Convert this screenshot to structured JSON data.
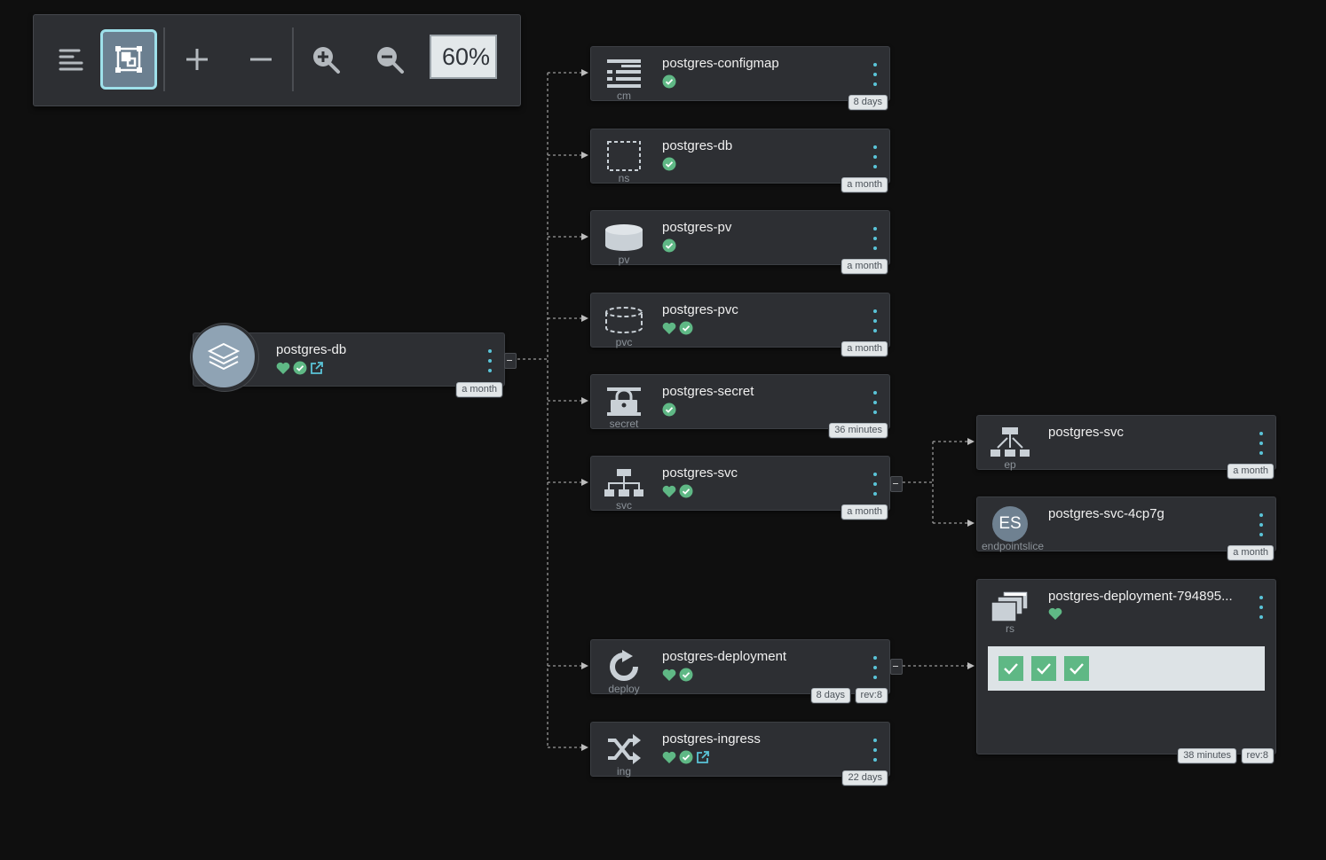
{
  "toolbar": {
    "buttons": [
      {
        "name": "list-view-icon"
      },
      {
        "name": "fit-to-screen-icon",
        "active": true
      },
      {
        "name": "expand-plus-icon"
      },
      {
        "name": "collapse-minus-icon"
      },
      {
        "name": "zoom-in-icon"
      },
      {
        "name": "zoom-out-icon"
      }
    ],
    "zoom_level": "60%"
  },
  "app": {
    "name": "postgres-db",
    "age": "a month",
    "health": [
      "heart-icon",
      "check-circle-icon",
      "external-link-icon"
    ]
  },
  "resources": [
    {
      "kind": "cm",
      "name": "postgres-configmap",
      "age": "8 days",
      "icon": "configmap-icon"
    },
    {
      "kind": "ns",
      "name": "postgres-db",
      "age": "a month",
      "icon": "namespace-icon"
    },
    {
      "kind": "pv",
      "name": "postgres-pv",
      "age": "a month",
      "icon": "persistent-volume-icon"
    },
    {
      "kind": "pvc",
      "name": "postgres-pvc",
      "age": "a month",
      "icon": "persistent-volume-claim-icon"
    },
    {
      "kind": "secret",
      "name": "postgres-secret",
      "age": "36 minutes",
      "icon": "secret-icon"
    },
    {
      "kind": "svc",
      "name": "postgres-svc",
      "age": "a month",
      "icon": "service-icon"
    },
    {
      "kind": "deploy",
      "name": "postgres-deployment",
      "age": "8 days",
      "rev": "rev:8",
      "icon": "deployment-icon"
    },
    {
      "kind": "ing",
      "name": "postgres-ingress",
      "age": "22 days",
      "icon": "ingress-icon"
    }
  ],
  "children": [
    {
      "kind": "ep",
      "name": "postgres-svc",
      "age": "a month",
      "icon": "endpoints-icon"
    },
    {
      "kind": "endpointslice",
      "name": "postgres-svc-4cp7g",
      "age": "a month",
      "icon_text": "ES"
    },
    {
      "kind": "rs",
      "name": "postgres-deployment-794895...",
      "age": "38 minutes",
      "rev": "rev:8",
      "icon": "replicaset-icon",
      "pods": 3
    }
  ],
  "colors": {
    "background": "#0f0f0f",
    "node": "#2d2f33",
    "healthy": "#5fb885",
    "accent": "#5ac4d8"
  }
}
